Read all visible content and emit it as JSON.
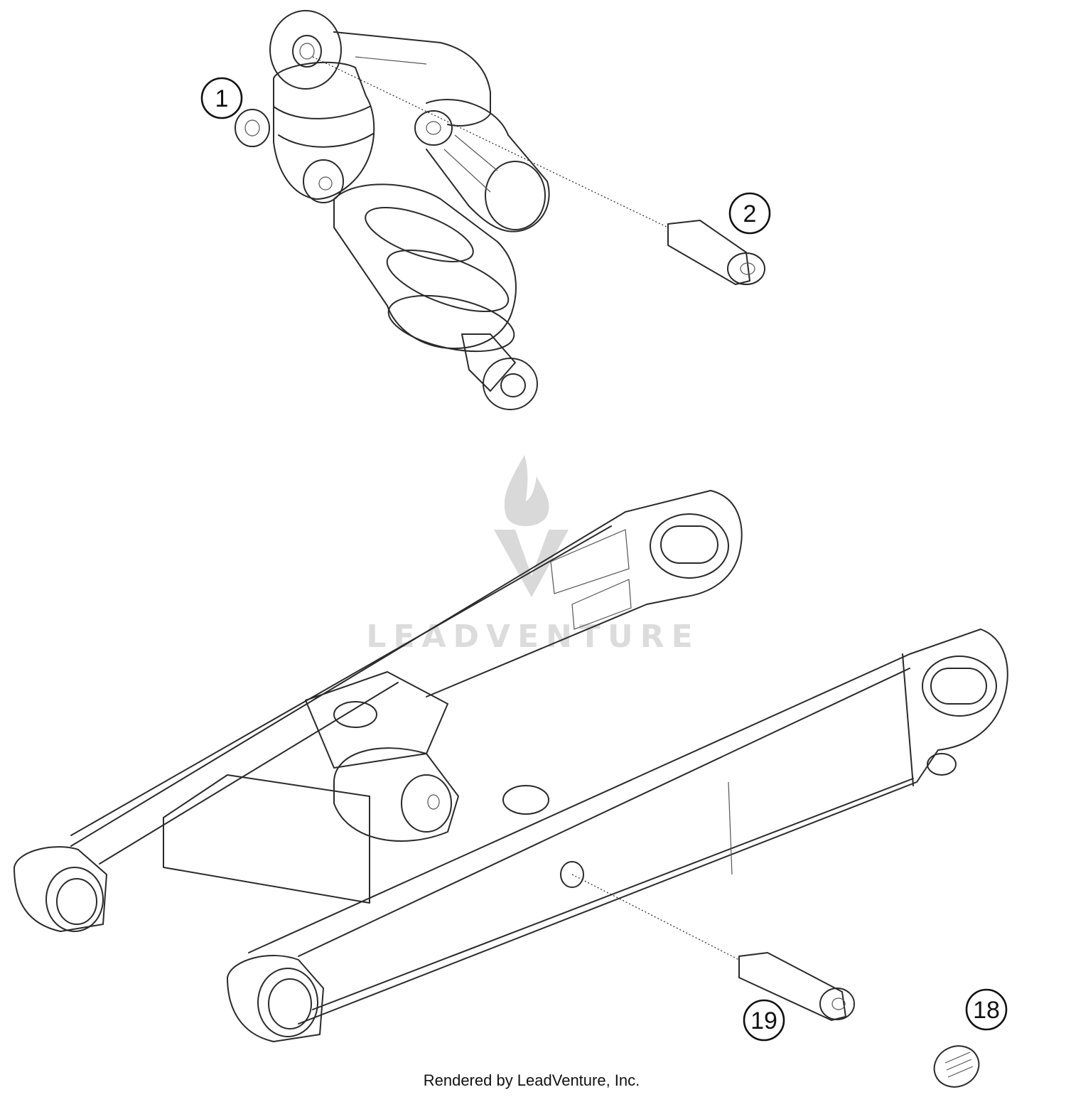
{
  "callouts": [
    {
      "label": "1",
      "part": "shock-absorber"
    },
    {
      "label": "2",
      "part": "upper-shock-bolt"
    },
    {
      "label": "19",
      "part": "swingarm-bolt"
    },
    {
      "label": "18",
      "part": "swingarm-cap"
    }
  ],
  "watermark": {
    "text": "LEADVENTURE"
  },
  "footer": {
    "credit": "Rendered by LeadVenture, Inc."
  }
}
